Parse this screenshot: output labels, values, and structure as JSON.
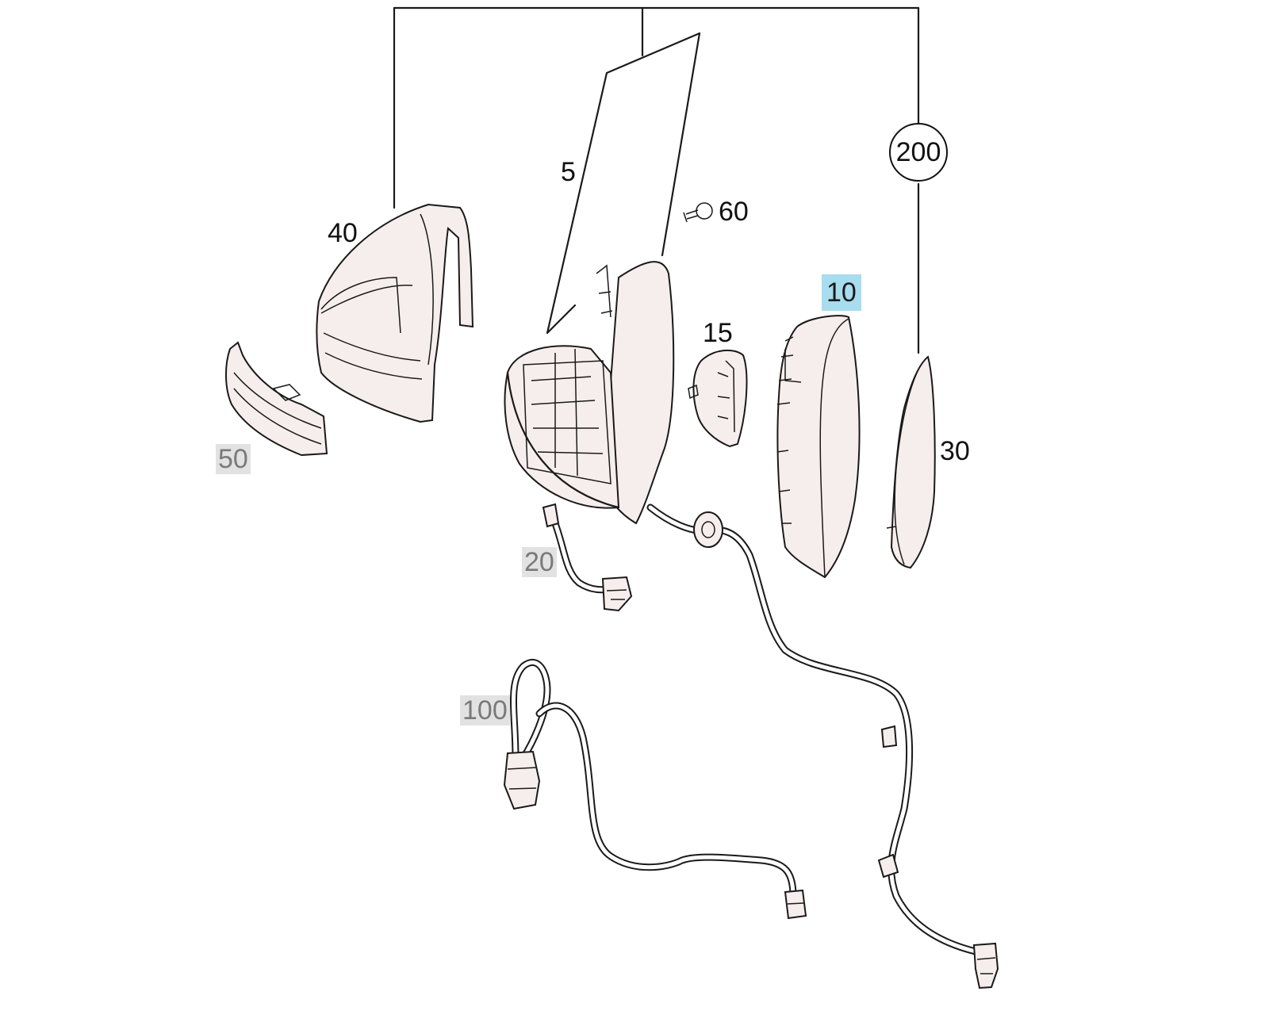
{
  "diagram": {
    "callouts": {
      "p5": "5",
      "p10": "10",
      "p15": "15",
      "p20": "20",
      "p30": "30",
      "p40": "40",
      "p50": "50",
      "p60": "60",
      "p100": "100",
      "p200": "200"
    },
    "highlighted_part": "10",
    "colors": {
      "line": "#1a1a1a",
      "highlight_blue": "#a8dcef",
      "highlight_gray": "#e2e2e2"
    }
  }
}
